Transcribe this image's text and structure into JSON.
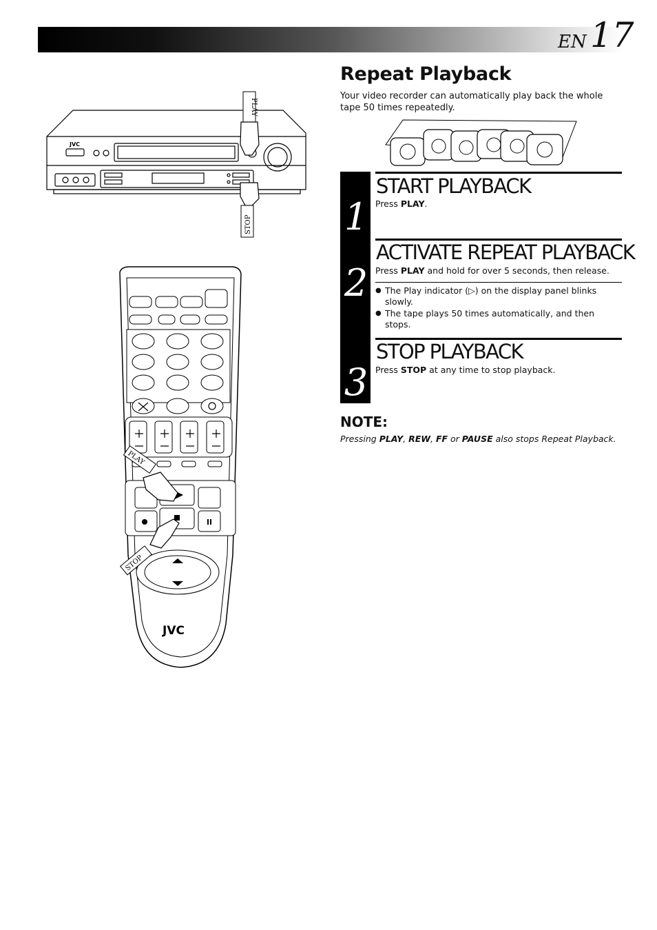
{
  "header": {
    "lang": "EN",
    "page": "17"
  },
  "section": {
    "title": "Repeat Playback",
    "intro": "Your video recorder can automatically play back the whole tape 50 times repeatedly."
  },
  "steps": [
    {
      "num": "1",
      "title": "START PLAYBACK",
      "text_pre": "Press ",
      "text_bold": "PLAY",
      "text_post": "."
    },
    {
      "num": "2",
      "title": "ACTIVATE REPEAT PLAYBACK",
      "text_pre": "Press ",
      "text_bold": "PLAY",
      "text_post": " and hold for over 5 seconds, then release.",
      "bullets": [
        "The Play indicator (▷) on the display panel blinks slowly.",
        "The tape plays 50 times automatically, and then stops."
      ]
    },
    {
      "num": "3",
      "title": "STOP PLAYBACK",
      "text_pre": "Press ",
      "text_bold": "STOP",
      "text_post": " at any time to stop playback."
    }
  ],
  "note": {
    "title": "NOTE:",
    "parts": [
      "Pressing ",
      "PLAY",
      ", ",
      "REW",
      ", ",
      "FF",
      " or ",
      "PAUSE",
      " also stops Repeat Playback."
    ]
  },
  "illustration": {
    "vcr_brand": "JVC",
    "remote_brand": "JVC",
    "play_tag": "PLAY",
    "stop_tag": "STOP"
  }
}
